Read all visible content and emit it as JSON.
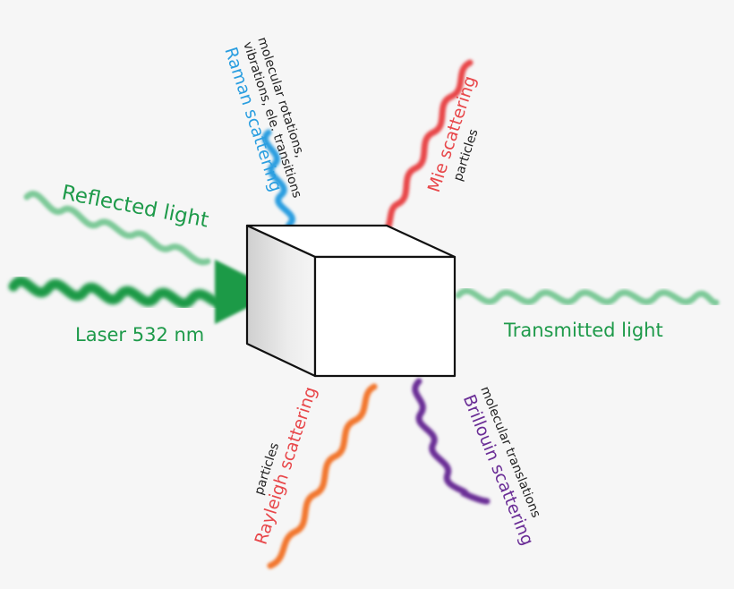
{
  "labels": {
    "reflected": "Reflected light",
    "laser": "Laser 532 nm",
    "transmitted": "Transmitted light",
    "raman": "Raman scattering",
    "raman_note_1": "molecular rotations,",
    "raman_note_2": "vibrations, ele. transitions",
    "mie": "Mie scattering",
    "mie_note": "particles",
    "rayleigh": "Rayleigh scattering",
    "rayleigh_note": "particles",
    "brillouin": "Brillouin scattering",
    "brillouin_note": "molecular translations"
  },
  "colors": {
    "green": "#1e9a4a",
    "light_green": "#5fbf7f",
    "blue": "#2a9ee0",
    "red": "#e8474a",
    "orange": "#f2772e",
    "purple": "#6a2d96",
    "text_dark": "#222222"
  }
}
